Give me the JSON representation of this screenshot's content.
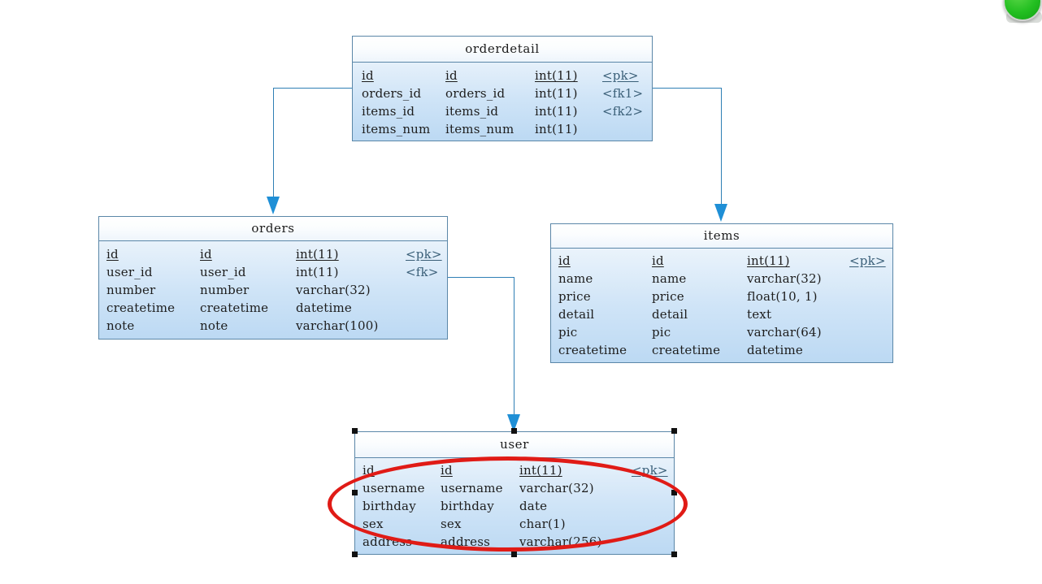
{
  "diagram": {
    "type": "entity-relationship-diagram",
    "title": "",
    "accent_color": "#2f7fb5",
    "annotation_color": "#e01b16",
    "entity_fill": "#cfe4f7",
    "entity_border": "#5b87a8",
    "entities": [
      {
        "id": "orderdetail",
        "name": "orderdetail",
        "selected": false,
        "attributes": [
          {
            "logical": "id",
            "physical": "id",
            "datatype": "int(11)",
            "key": "<pk>",
            "is_key": true
          },
          {
            "logical": "orders_id",
            "physical": "orders_id",
            "datatype": "int(11)",
            "key": "<fk1>",
            "is_key": false
          },
          {
            "logical": "items_id",
            "physical": "items_id",
            "datatype": "int(11)",
            "key": "<fk2>",
            "is_key": false
          },
          {
            "logical": "items_num",
            "physical": "items_num",
            "datatype": "int(11)",
            "key": "",
            "is_key": false
          }
        ]
      },
      {
        "id": "orders",
        "name": "orders",
        "selected": false,
        "attributes": [
          {
            "logical": "id",
            "physical": "id",
            "datatype": "int(11)",
            "key": "<pk>",
            "is_key": true
          },
          {
            "logical": "user_id",
            "physical": "user_id",
            "datatype": "int(11)",
            "key": "<fk>",
            "is_key": false
          },
          {
            "logical": "number",
            "physical": "number",
            "datatype": "varchar(32)",
            "key": "",
            "is_key": false
          },
          {
            "logical": "createtime",
            "physical": "createtime",
            "datatype": "datetime",
            "key": "",
            "is_key": false
          },
          {
            "logical": "note",
            "physical": "note",
            "datatype": "varchar(100)",
            "key": "",
            "is_key": false
          }
        ]
      },
      {
        "id": "items",
        "name": "items",
        "selected": false,
        "attributes": [
          {
            "logical": "id",
            "physical": "id",
            "datatype": "int(11)",
            "key": "<pk>",
            "is_key": true
          },
          {
            "logical": "name",
            "physical": "name",
            "datatype": "varchar(32)",
            "key": "",
            "is_key": false
          },
          {
            "logical": "price",
            "physical": "price",
            "datatype": "float(10, 1)",
            "key": "",
            "is_key": false
          },
          {
            "logical": "detail",
            "physical": "detail",
            "datatype": "text",
            "key": "",
            "is_key": false
          },
          {
            "logical": "pic",
            "physical": "pic",
            "datatype": "varchar(64)",
            "key": "",
            "is_key": false
          },
          {
            "logical": "createtime",
            "physical": "createtime",
            "datatype": "datetime",
            "key": "",
            "is_key": false
          }
        ]
      },
      {
        "id": "user",
        "name": "user",
        "selected": true,
        "attributes": [
          {
            "logical": "id",
            "physical": "id",
            "datatype": "int(11)",
            "key": "<pk>",
            "is_key": true
          },
          {
            "logical": "username",
            "physical": "username",
            "datatype": "varchar(32)",
            "key": "",
            "is_key": false
          },
          {
            "logical": "birthday",
            "physical": "birthday",
            "datatype": "date",
            "key": "",
            "is_key": false
          },
          {
            "logical": "sex",
            "physical": "sex",
            "datatype": "char(1)",
            "key": "",
            "is_key": false
          },
          {
            "logical": "address",
            "physical": "address",
            "datatype": "varchar(256)",
            "key": "",
            "is_key": false
          }
        ]
      }
    ],
    "relationships": [
      {
        "id": "fk1",
        "from": "orderdetail",
        "to": "orders",
        "label": ""
      },
      {
        "id": "fk2",
        "from": "orderdetail",
        "to": "items",
        "label": ""
      },
      {
        "id": "fk3",
        "from": "orders",
        "to": "user",
        "label": ""
      }
    ],
    "annotations": [
      {
        "type": "ellipse",
        "target": "user",
        "color": "#e01b16"
      }
    ],
    "corner_widget": {
      "name": "green-status-orb",
      "color": "#23bf21"
    }
  }
}
